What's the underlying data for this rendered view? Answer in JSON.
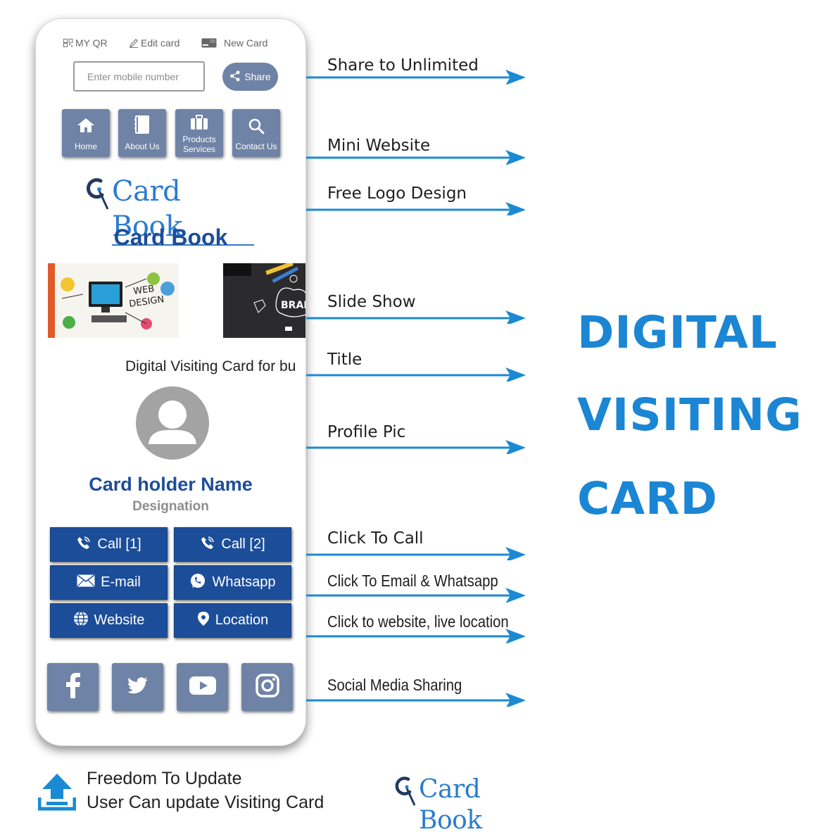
{
  "card": {
    "topbar": {
      "my_qr": "MY QR",
      "edit_card": "Edit card",
      "new_card": "New Card"
    },
    "share": {
      "placeholder": "Enter mobile number",
      "button": "Share"
    },
    "nav": [
      {
        "icon": "home-icon",
        "label": "Home"
      },
      {
        "icon": "book-icon",
        "label": "About Us"
      },
      {
        "icon": "briefcase-icon",
        "label_line1": "Products",
        "label_line2": "Services"
      },
      {
        "icon": "search-icon",
        "label": "Contact Us"
      }
    ],
    "logo_text": "Card Book",
    "title": "Card Book",
    "slides": {
      "slide1_words": [
        "WEB",
        "DESIGN"
      ],
      "slide2_words": [
        "BRAI"
      ]
    },
    "tagline": "Digital Visiting Card for bu",
    "holder_name": "Card holder Name",
    "designation": "Designation",
    "actions": {
      "call1": "Call [1]",
      "call2": "Call [2]",
      "email": "E-mail",
      "whatsapp": "Whatsapp",
      "website": "Website",
      "location": "Location"
    },
    "social": [
      "facebook-icon",
      "twitter-icon",
      "youtube-icon",
      "instagram-icon"
    ]
  },
  "features": [
    "Share to Unlimited",
    "Mini Website",
    "Free Logo Design",
    "Slide Show",
    "Title",
    "Profile Pic",
    "Click To Call",
    "Click To Email & Whatsapp",
    "Click to website,  live location",
    "Social Media Sharing"
  ],
  "headline": [
    "DIGITAL",
    "VISITING",
    "CARD"
  ],
  "footer": {
    "line1": "Freedom To Update",
    "line2": "User Can update Visiting Card",
    "logo_text": "Card Book"
  },
  "colors": {
    "arrow": "#1a8ad4",
    "headline": "#1b86d3",
    "button_blue": "#1c4d99",
    "nav_grey_blue": "#6f83a6",
    "logo_blue": "#2b7ccf"
  }
}
